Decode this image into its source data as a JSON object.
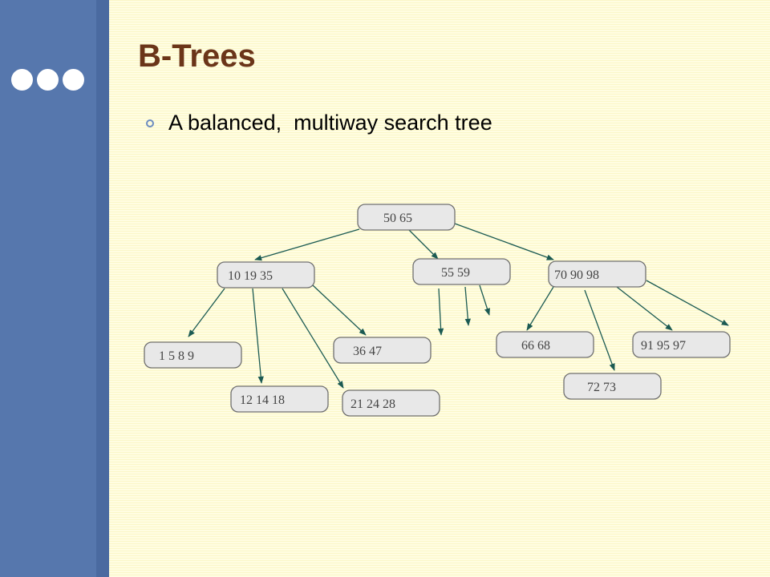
{
  "slide": {
    "title": "B-Trees",
    "bullet": "A balanced,  multiway search tree"
  },
  "colors": {
    "background": "#fffde0",
    "sidebar": "#5677ad",
    "title": "#6b3519",
    "node_fill": "#e8e8e8",
    "edge": "#1b5a52"
  },
  "tree": {
    "nodes": [
      {
        "id": "root",
        "label": "50  65"
      },
      {
        "id": "n10",
        "label": "10 19  35"
      },
      {
        "id": "n55",
        "label": "55  59"
      },
      {
        "id": "n70",
        "label": "70 90  98"
      },
      {
        "id": "n1",
        "label": "1  5  8  9"
      },
      {
        "id": "n36",
        "label": "36  47"
      },
      {
        "id": "n12",
        "label": "12  14  18"
      },
      {
        "id": "n21",
        "label": "21  24  28"
      },
      {
        "id": "n66",
        "label": "66  68"
      },
      {
        "id": "n91",
        "label": "91  95  97"
      },
      {
        "id": "n72",
        "label": "72  73"
      }
    ],
    "edges": [
      {
        "from": "root",
        "to": "n10"
      },
      {
        "from": "root",
        "to": "n55"
      },
      {
        "from": "root",
        "to": "n70"
      },
      {
        "from": "n10",
        "to": "n1"
      },
      {
        "from": "n10",
        "to": "n12"
      },
      {
        "from": "n10",
        "to": "n21"
      },
      {
        "from": "n10",
        "to": "n36"
      },
      {
        "from": "n55",
        "to": null
      },
      {
        "from": "n55",
        "to": null
      },
      {
        "from": "n55",
        "to": null
      },
      {
        "from": "n70",
        "to": "n66"
      },
      {
        "from": "n70",
        "to": "n72"
      },
      {
        "from": "n70",
        "to": "n91"
      },
      {
        "from": "n70",
        "to": null
      }
    ]
  }
}
